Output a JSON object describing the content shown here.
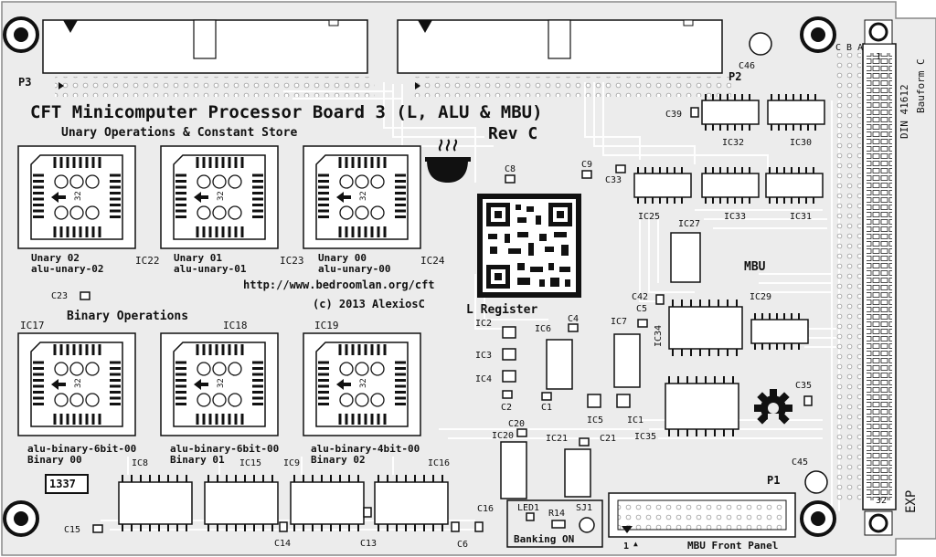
{
  "board": {
    "title": "CFT Minicomputer Processor Board 3 (L, ALU & MBU)",
    "revision": "Rev C",
    "url": "http://www.bedroomlan.org/cft",
    "copyright": "(c) 2013 AlexiosC",
    "number_box": "1337"
  },
  "sections": {
    "unary": "Unary Operations & Constant Store",
    "binary": "Binary Operations",
    "l_register": "L Register",
    "mbu": "MBU"
  },
  "connectors": {
    "p3": "P3",
    "p2": "P2",
    "p1": "P1",
    "din": "DIN 41612",
    "bauform": "Bauform C",
    "exp": "EXP",
    "row_labels": "C B A",
    "pin_1": "1",
    "pin_32": "32",
    "mbu_front_panel": "MBU Front Panel",
    "p1_pin1": "1"
  },
  "plcc": [
    {
      "ref": "IC22",
      "label1": "Unary 02",
      "label2": "alu-unary-02"
    },
    {
      "ref": "IC23",
      "label1": "Unary 01",
      "label2": "alu-unary-01"
    },
    {
      "ref": "IC24",
      "label1": "Unary 00",
      "label2": "alu-unary-00"
    },
    {
      "ref": "IC17",
      "label1": "alu-binary-6bit-00",
      "label2": "Binary 00"
    },
    {
      "ref": "IC18",
      "label1": "alu-binary-6bit-00",
      "label2": "Binary 01"
    },
    {
      "ref": "IC19",
      "label1": "alu-binary-4bit-00",
      "label2": "Binary 02"
    }
  ],
  "plcc_pin": "32",
  "components": {
    "ic32": "IC32",
    "ic30": "IC30",
    "ic25": "IC25",
    "ic33": "IC33",
    "ic31": "IC31",
    "ic27": "IC27",
    "ic29": "IC29",
    "ic34": "IC34",
    "ic35": "IC35",
    "ic2": "IC2",
    "ic3": "IC3",
    "ic4": "IC4",
    "ic6": "IC6",
    "ic7": "IC7",
    "ic5": "IC5",
    "ic1": "IC1",
    "ic20": "IC20",
    "ic21": "IC21",
    "ic8": "IC8",
    "ic15": "IC15",
    "ic9": "IC9",
    "ic16": "IC16",
    "c46": "C46",
    "c39": "C39",
    "c8": "C8",
    "c9": "C9",
    "c33": "C33",
    "c23": "C23",
    "c4": "C4",
    "c5": "C5",
    "c42": "C42",
    "c2": "C2",
    "c1": "C1",
    "c35": "C35",
    "c20": "C20",
    "c21": "C21",
    "c45": "C45",
    "c15": "C15",
    "c14": "C14",
    "c13": "C13",
    "c6": "C6",
    "c16": "C16",
    "led1": "LED1",
    "r14": "R14",
    "sj1": "SJ1",
    "banking": "Banking ON"
  },
  "colors": {
    "board": "#ececec",
    "trace": "#ffffff",
    "silk": "#111111"
  }
}
